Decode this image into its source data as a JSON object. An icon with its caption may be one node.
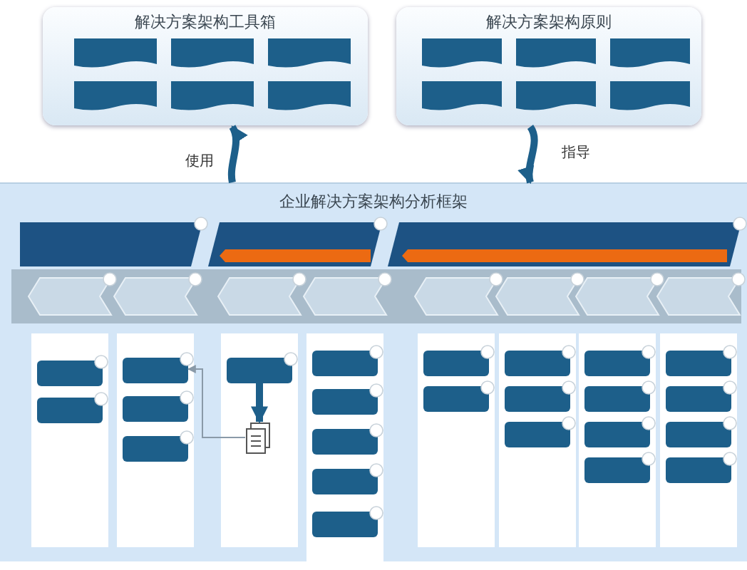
{
  "diagram": {
    "nodes": [
      {
        "text": [
          "解决方案架构工具箱"
        ]
      },
      {
        "text": [],
        "shape": "document",
        "in": 0
      },
      {
        "text": [],
        "shape": "document",
        "in": 0
      },
      {
        "text": [],
        "shape": "document",
        "in": 0
      },
      {
        "text": [],
        "shape": "document",
        "in": 0
      },
      {
        "text": [],
        "shape": "document",
        "in": 0
      },
      {
        "text": [],
        "shape": "document",
        "in": 0
      },
      {
        "text": [
          "解决方案架构原则"
        ]
      },
      {
        "text": [],
        "shape": "document",
        "in": 7
      },
      {
        "text": [],
        "shape": "document",
        "in": 7
      },
      {
        "text": [],
        "shape": "document",
        "in": 7
      },
      {
        "text": [],
        "shape": "document",
        "in": 7
      },
      {
        "text": [],
        "shape": "document",
        "in": 7
      },
      {
        "text": [],
        "shape": "document",
        "in": 7
      },
      {
        "text": [
          "企业解决方案架构分析框架"
        ]
      },
      {
        "text": [],
        "shape": "chevron",
        "in": 14
      },
      {
        "text": [],
        "shape": "chevron",
        "in": 14
      },
      {
        "text": [],
        "shape": "chevron",
        "in": 14
      },
      {
        "text": [],
        "shape": "band",
        "in": 16
      },
      {
        "text": [],
        "shape": "band",
        "in": 17
      },
      {
        "text": [],
        "shape": "chevron",
        "in": 14
      },
      {
        "text": [],
        "shape": "chevron",
        "in": 14
      },
      {
        "text": [],
        "shape": "chevron",
        "in": 14
      },
      {
        "text": [],
        "shape": "chevron",
        "in": 14
      },
      {
        "text": [],
        "shape": "chevron",
        "in": 14
      },
      {
        "text": [],
        "shape": "chevron",
        "in": 14
      },
      {
        "text": [],
        "shape": "chevron",
        "in": 14
      },
      {
        "text": [],
        "shape": "chevron",
        "in": 14
      },
      {
        "text": [],
        "shape": "box",
        "in": 14
      },
      {
        "text": [],
        "shape": "box",
        "in": 14
      },
      {
        "text": [],
        "shape": "box",
        "in": 14
      },
      {
        "text": [],
        "shape": "box",
        "in": 14
      },
      {
        "text": [],
        "shape": "box",
        "in": 14
      },
      {
        "text": [],
        "shape": "box",
        "in": 14
      },
      {
        "text": [],
        "shape": "document",
        "in": 14
      },
      {
        "text": [],
        "shape": "box",
        "in": 14
      },
      {
        "text": [],
        "shape": "box",
        "in": 14
      },
      {
        "text": [],
        "shape": "box",
        "in": 14
      },
      {
        "text": [],
        "shape": "box",
        "in": 14
      },
      {
        "text": [],
        "shape": "box",
        "in": 14
      },
      {
        "text": [],
        "shape": "box",
        "in": 14
      },
      {
        "text": [],
        "shape": "box",
        "in": 14
      },
      {
        "text": [],
        "shape": "box",
        "in": 14
      },
      {
        "text": [],
        "shape": "box",
        "in": 14
      },
      {
        "text": [],
        "shape": "box",
        "in": 14
      },
      {
        "text": [],
        "shape": "box",
        "in": 14
      },
      {
        "text": [],
        "shape": "box",
        "in": 14
      },
      {
        "text": [],
        "shape": "box",
        "in": 14
      },
      {
        "text": [],
        "shape": "box",
        "in": 14
      },
      {
        "text": [],
        "shape": "box",
        "in": 14
      },
      {
        "text": [],
        "shape": "box",
        "in": 14
      },
      {
        "text": [],
        "shape": "box",
        "in": 14
      },
      {
        "text": [],
        "shape": "box",
        "in": 14
      }
    ],
    "edges": [
      {
        "from": 14,
        "to": 0,
        "arrow": "to",
        "label": "使用"
      },
      {
        "from": 7,
        "to": 14,
        "arrow": "to",
        "label": "指导"
      },
      {
        "from": 33,
        "to": 34,
        "arrow": "to"
      },
      {
        "from": 34,
        "to": 30,
        "arrow": "to",
        "color": "#8a9aa8"
      }
    ]
  }
}
